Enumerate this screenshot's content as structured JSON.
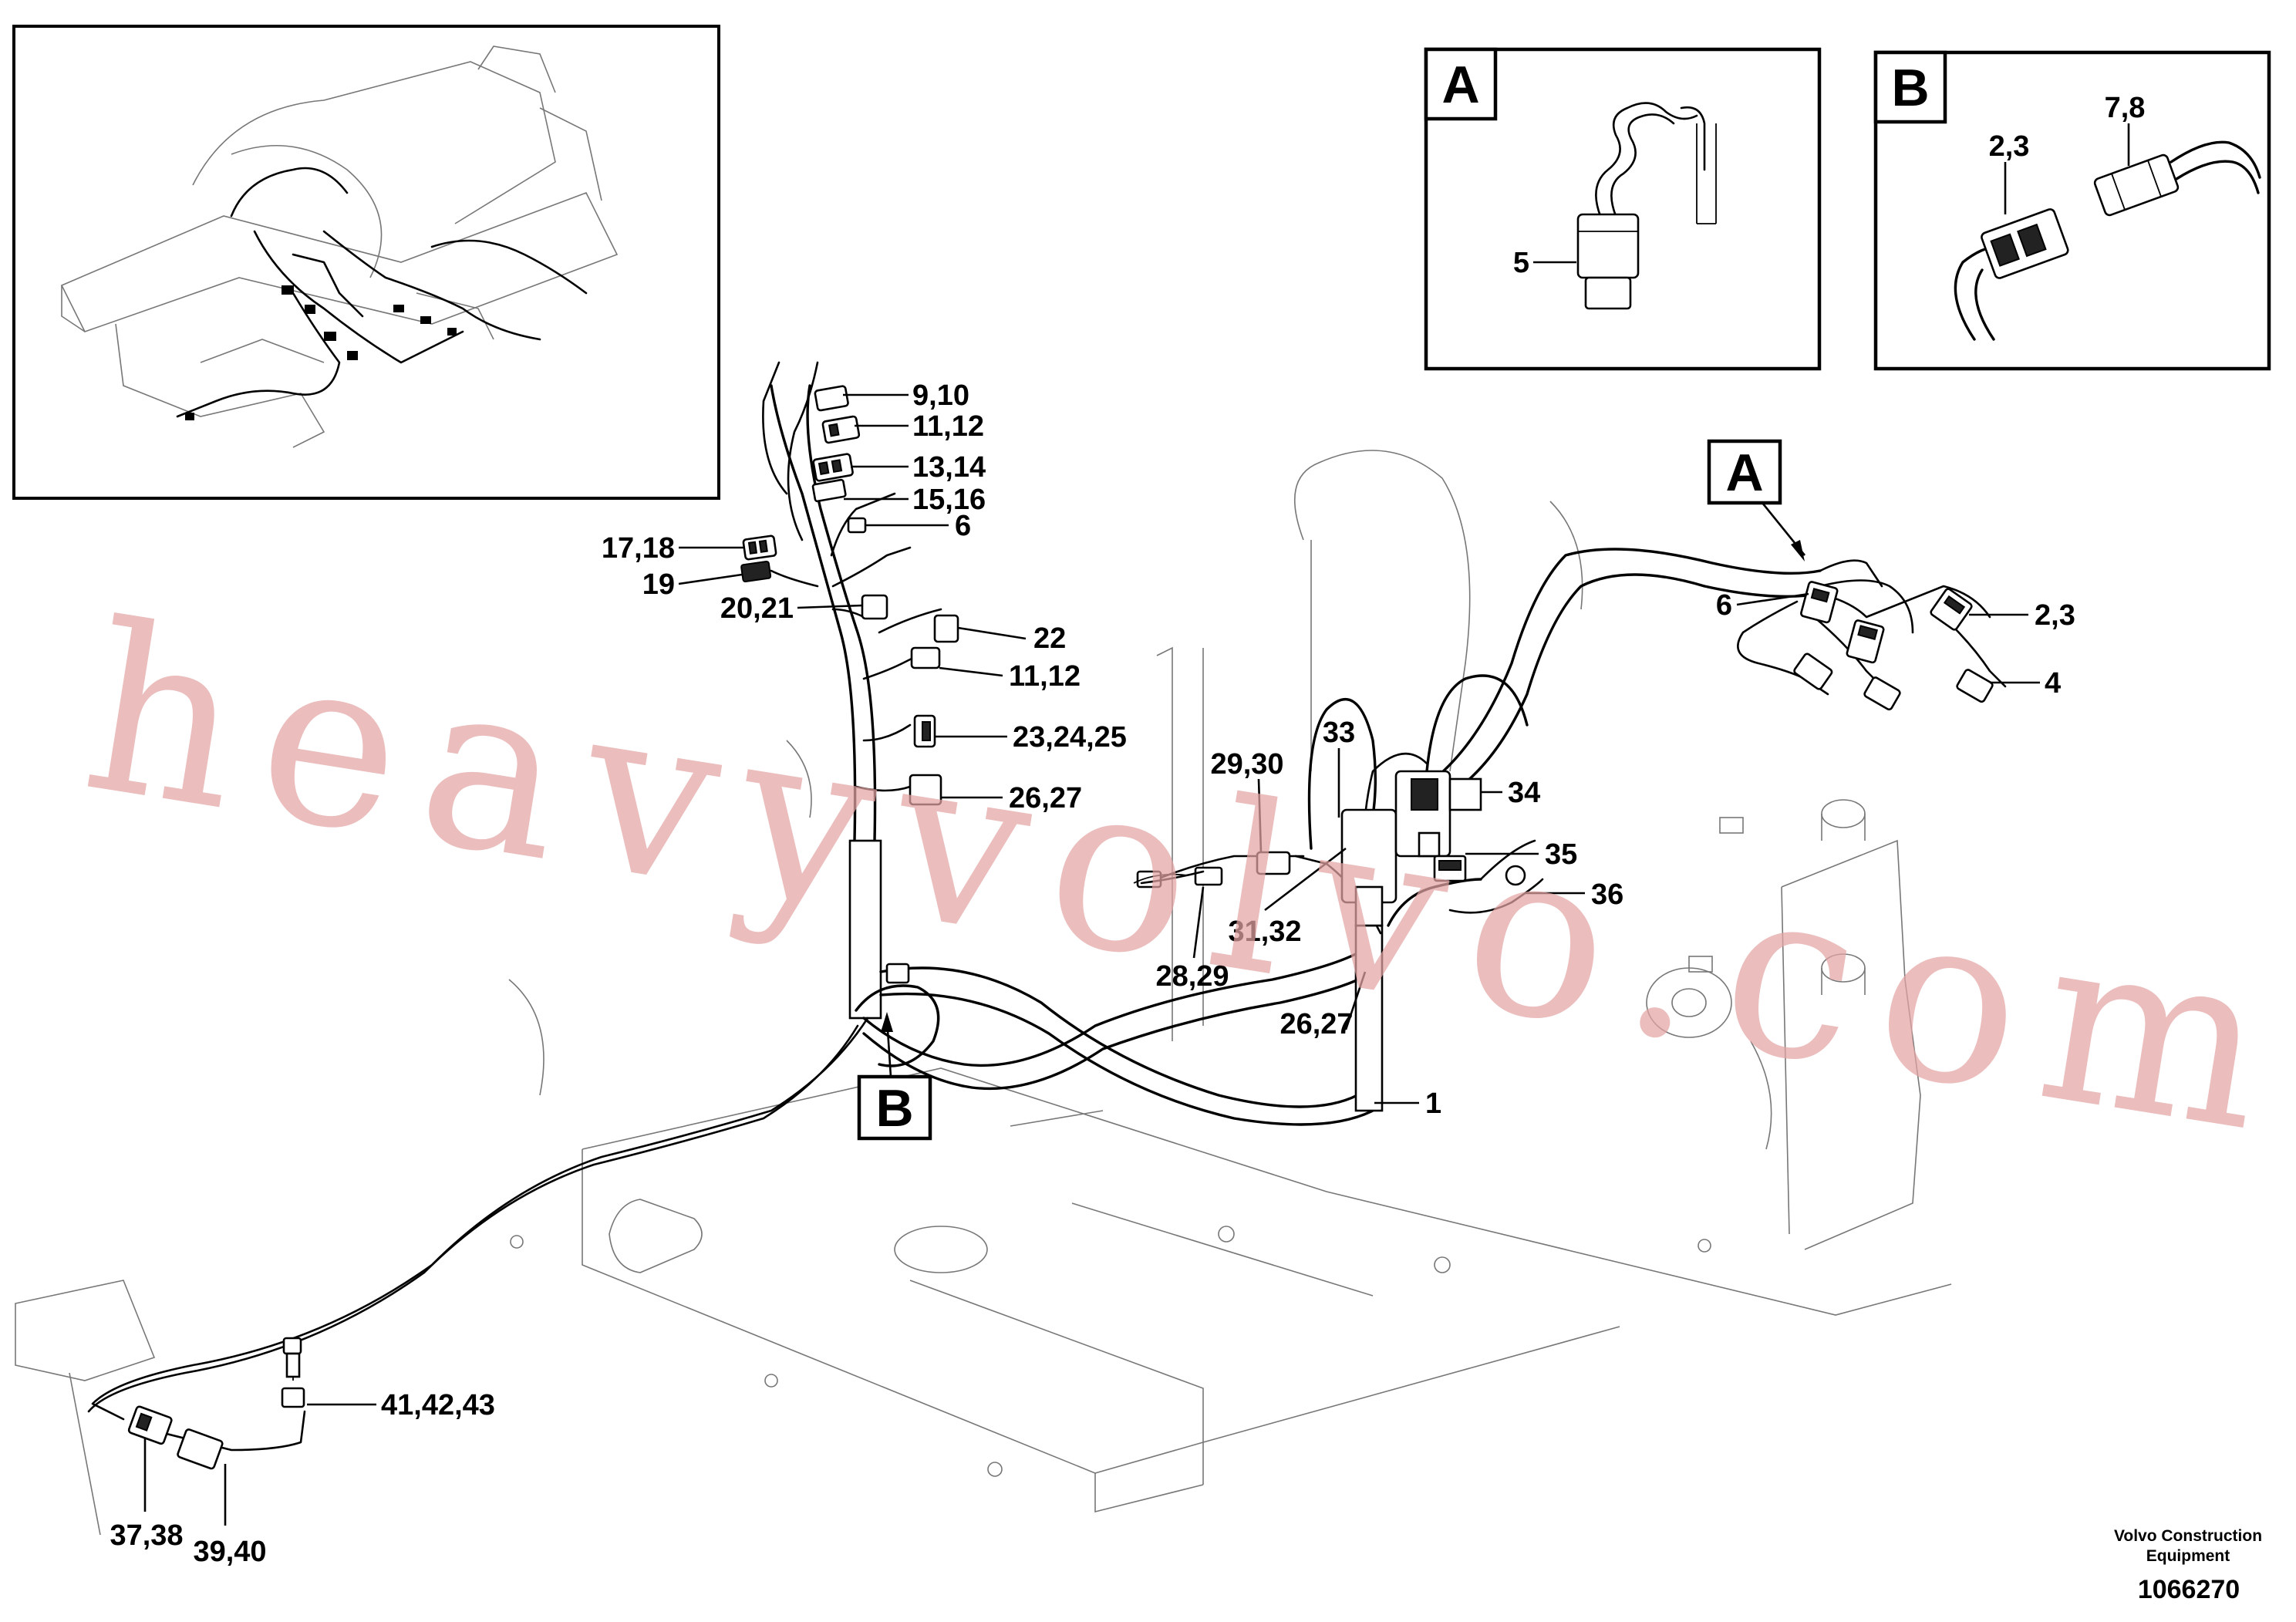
{
  "watermark": "heavyvolvo.com",
  "overview_inset": {},
  "detail_views": [
    {
      "letter": "A",
      "callouts": [
        "5"
      ]
    },
    {
      "letter": "B",
      "callouts": [
        "2,3",
        "7,8"
      ]
    }
  ],
  "view_markers": [
    "A",
    "B"
  ],
  "callouts": [
    "9,10",
    "11,12",
    "13,14",
    "15,16",
    "6",
    "17,18",
    "19",
    "20,21",
    "22",
    "11,12",
    "23,24,25",
    "26,27",
    "33",
    "29,30",
    "34",
    "35",
    "36",
    "31,32",
    "28,29",
    "26,27",
    "1",
    "6",
    "2,3",
    "4",
    "41,42,43",
    "37,38",
    "39,40"
  ],
  "credit": {
    "line1": "Volvo Construction",
    "line2": "Equipment"
  },
  "doc_number": "1066270"
}
